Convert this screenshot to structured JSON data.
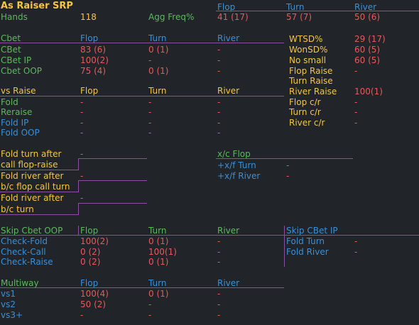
{
  "title": "As Raiser SRP",
  "streets": {
    "flop": "Flop",
    "turn": "Turn",
    "river": "River"
  },
  "hands": {
    "label": "Hands",
    "value": "118"
  },
  "agg_freq": {
    "label": "Agg Freq%",
    "flop": "41 (17)",
    "turn": "57 (7)",
    "river": "50 (6)"
  },
  "cbet": {
    "header": "Cbet",
    "rows": [
      {
        "label": "CBet",
        "flop": "83 (6)",
        "turn": "0 (1)",
        "river": "-"
      },
      {
        "label": "CBet IP",
        "flop": "100(2)",
        "turn": "-",
        "river": "-"
      },
      {
        "label": "Cbet OOP",
        "flop": "75 (4)",
        "turn": "0 (1)",
        "river": "-"
      }
    ]
  },
  "summary": [
    {
      "label": "WTSD%",
      "value": "29 (17)"
    },
    {
      "label": "WonSD%",
      "value": "60 (5)"
    },
    {
      "label": "No small",
      "value": "60 (5)"
    },
    {
      "label": "Flop Raise",
      "value": "-"
    },
    {
      "label": "Turn Raise",
      "value": ""
    },
    {
      "label": "River Raise",
      "value": "100(1)"
    },
    {
      "label": "Flop c/r",
      "value": "-"
    },
    {
      "label": "Turn c/r",
      "value": "-"
    },
    {
      "label": "River c/r",
      "value": "-"
    }
  ],
  "vs_raise": {
    "header": "vs Raise",
    "rows": [
      {
        "label": "Fold",
        "flop": "-",
        "turn": "-",
        "river": "-"
      },
      {
        "label": "Reraise",
        "flop": "-",
        "turn": "-",
        "river": "-"
      },
      {
        "label": "Fold IP",
        "flop": "-",
        "turn": "-",
        "river": "-"
      },
      {
        "label": "Fold OOP",
        "flop": "-",
        "turn": "-",
        "river": "-"
      }
    ]
  },
  "fold_after": [
    {
      "line1": "Fold turn after",
      "line2": "call flop-raise",
      "value": "-"
    },
    {
      "line1": "Fold river after",
      "line2": "b/c flop call turn",
      "value": "-"
    },
    {
      "line1": "Fold river after",
      "line2": "b/c turn",
      "value": "-"
    }
  ],
  "xc_flop": {
    "header": "x/c Flop",
    "rows": [
      {
        "label": "+x/f Turn",
        "value": "-"
      },
      {
        "label": "+x/f River",
        "value": "-"
      }
    ]
  },
  "skip_cbet_oop": {
    "header": "Skip Cbet OOP",
    "rows": [
      {
        "label": "Check-Fold",
        "flop": "100(2)",
        "turn": "0 (1)",
        "river": "-"
      },
      {
        "label": "Check-Call",
        "flop": "0 (2)",
        "turn": "100(1)",
        "river": "-"
      },
      {
        "label": "Check-Raise",
        "flop": "0 (2)",
        "turn": "0 (1)",
        "river": "-"
      }
    ]
  },
  "skip_cbet_ip": {
    "header": "Skip CBet IP",
    "rows": [
      {
        "label": "Fold Turn",
        "value": "-"
      },
      {
        "label": "Fold River",
        "value": "-"
      }
    ]
  },
  "multiway": {
    "header": "Multiway",
    "rows": [
      {
        "label": "vs1",
        "flop": "100(4)",
        "turn": "0 (1)",
        "river": "-"
      },
      {
        "label": "vs2",
        "flop": "50 (2)",
        "turn": "-",
        "river": "-"
      },
      {
        "label": "vs3+",
        "flop": "-",
        "turn": "-",
        "river": "-"
      }
    ]
  },
  "colors": {
    "background": "#212529",
    "label_yellow": "#f5c542",
    "label_green": "#5cb85c",
    "label_blue": "#3a8fd6",
    "value_red": "#e55a5a",
    "divider_purple": "#8a4f9e"
  }
}
